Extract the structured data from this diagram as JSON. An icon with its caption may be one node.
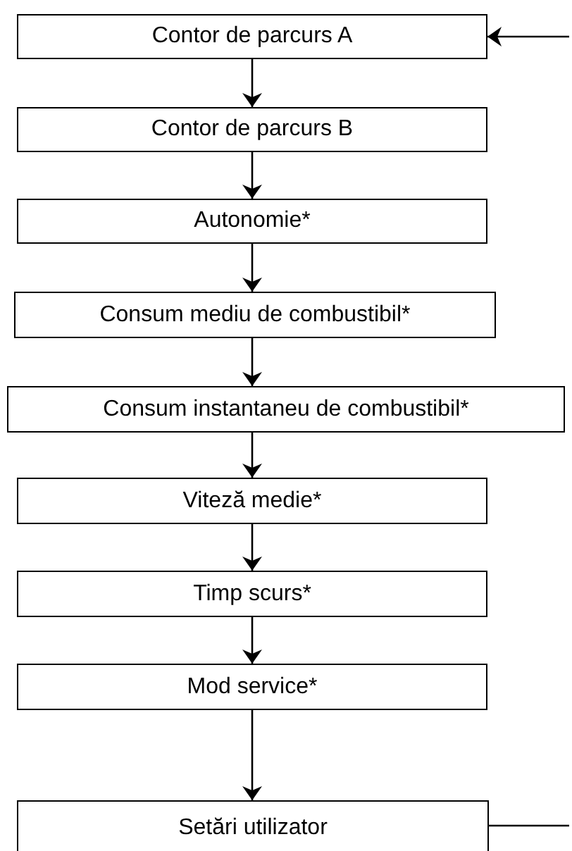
{
  "diagram": {
    "nodes": [
      {
        "text": [
          "Contor de parcurs A"
        ]
      },
      {
        "text": [
          "Contor de parcurs B"
        ]
      },
      {
        "text": [
          "Autonomie*"
        ]
      },
      {
        "text": [
          "Consum mediu de combustibil*"
        ]
      },
      {
        "text": [
          "Consum instantaneu de combustibil*"
        ]
      },
      {
        "text": [
          "Viteză medie*"
        ]
      },
      {
        "text": [
          "Timp scurs*"
        ]
      },
      {
        "text": [
          "Mod service*"
        ]
      },
      {
        "text": [
          "Setări utilizator"
        ]
      }
    ],
    "edges": [
      {
        "from": 0,
        "to": 1,
        "arrow": "to"
      },
      {
        "from": 1,
        "to": 2,
        "arrow": "to"
      },
      {
        "from": 2,
        "to": 3,
        "arrow": "to"
      },
      {
        "from": 3,
        "to": 4,
        "arrow": "to"
      },
      {
        "from": 4,
        "to": 5,
        "arrow": "to"
      },
      {
        "from": 5,
        "to": 6,
        "arrow": "to"
      },
      {
        "from": 6,
        "to": 7,
        "arrow": "to"
      },
      {
        "from": 7,
        "to": 8,
        "arrow": "to"
      },
      {
        "from": 8,
        "to": null,
        "arrow": "none"
      },
      {
        "from": null,
        "to": 0,
        "arrow": "to"
      }
    ]
  }
}
